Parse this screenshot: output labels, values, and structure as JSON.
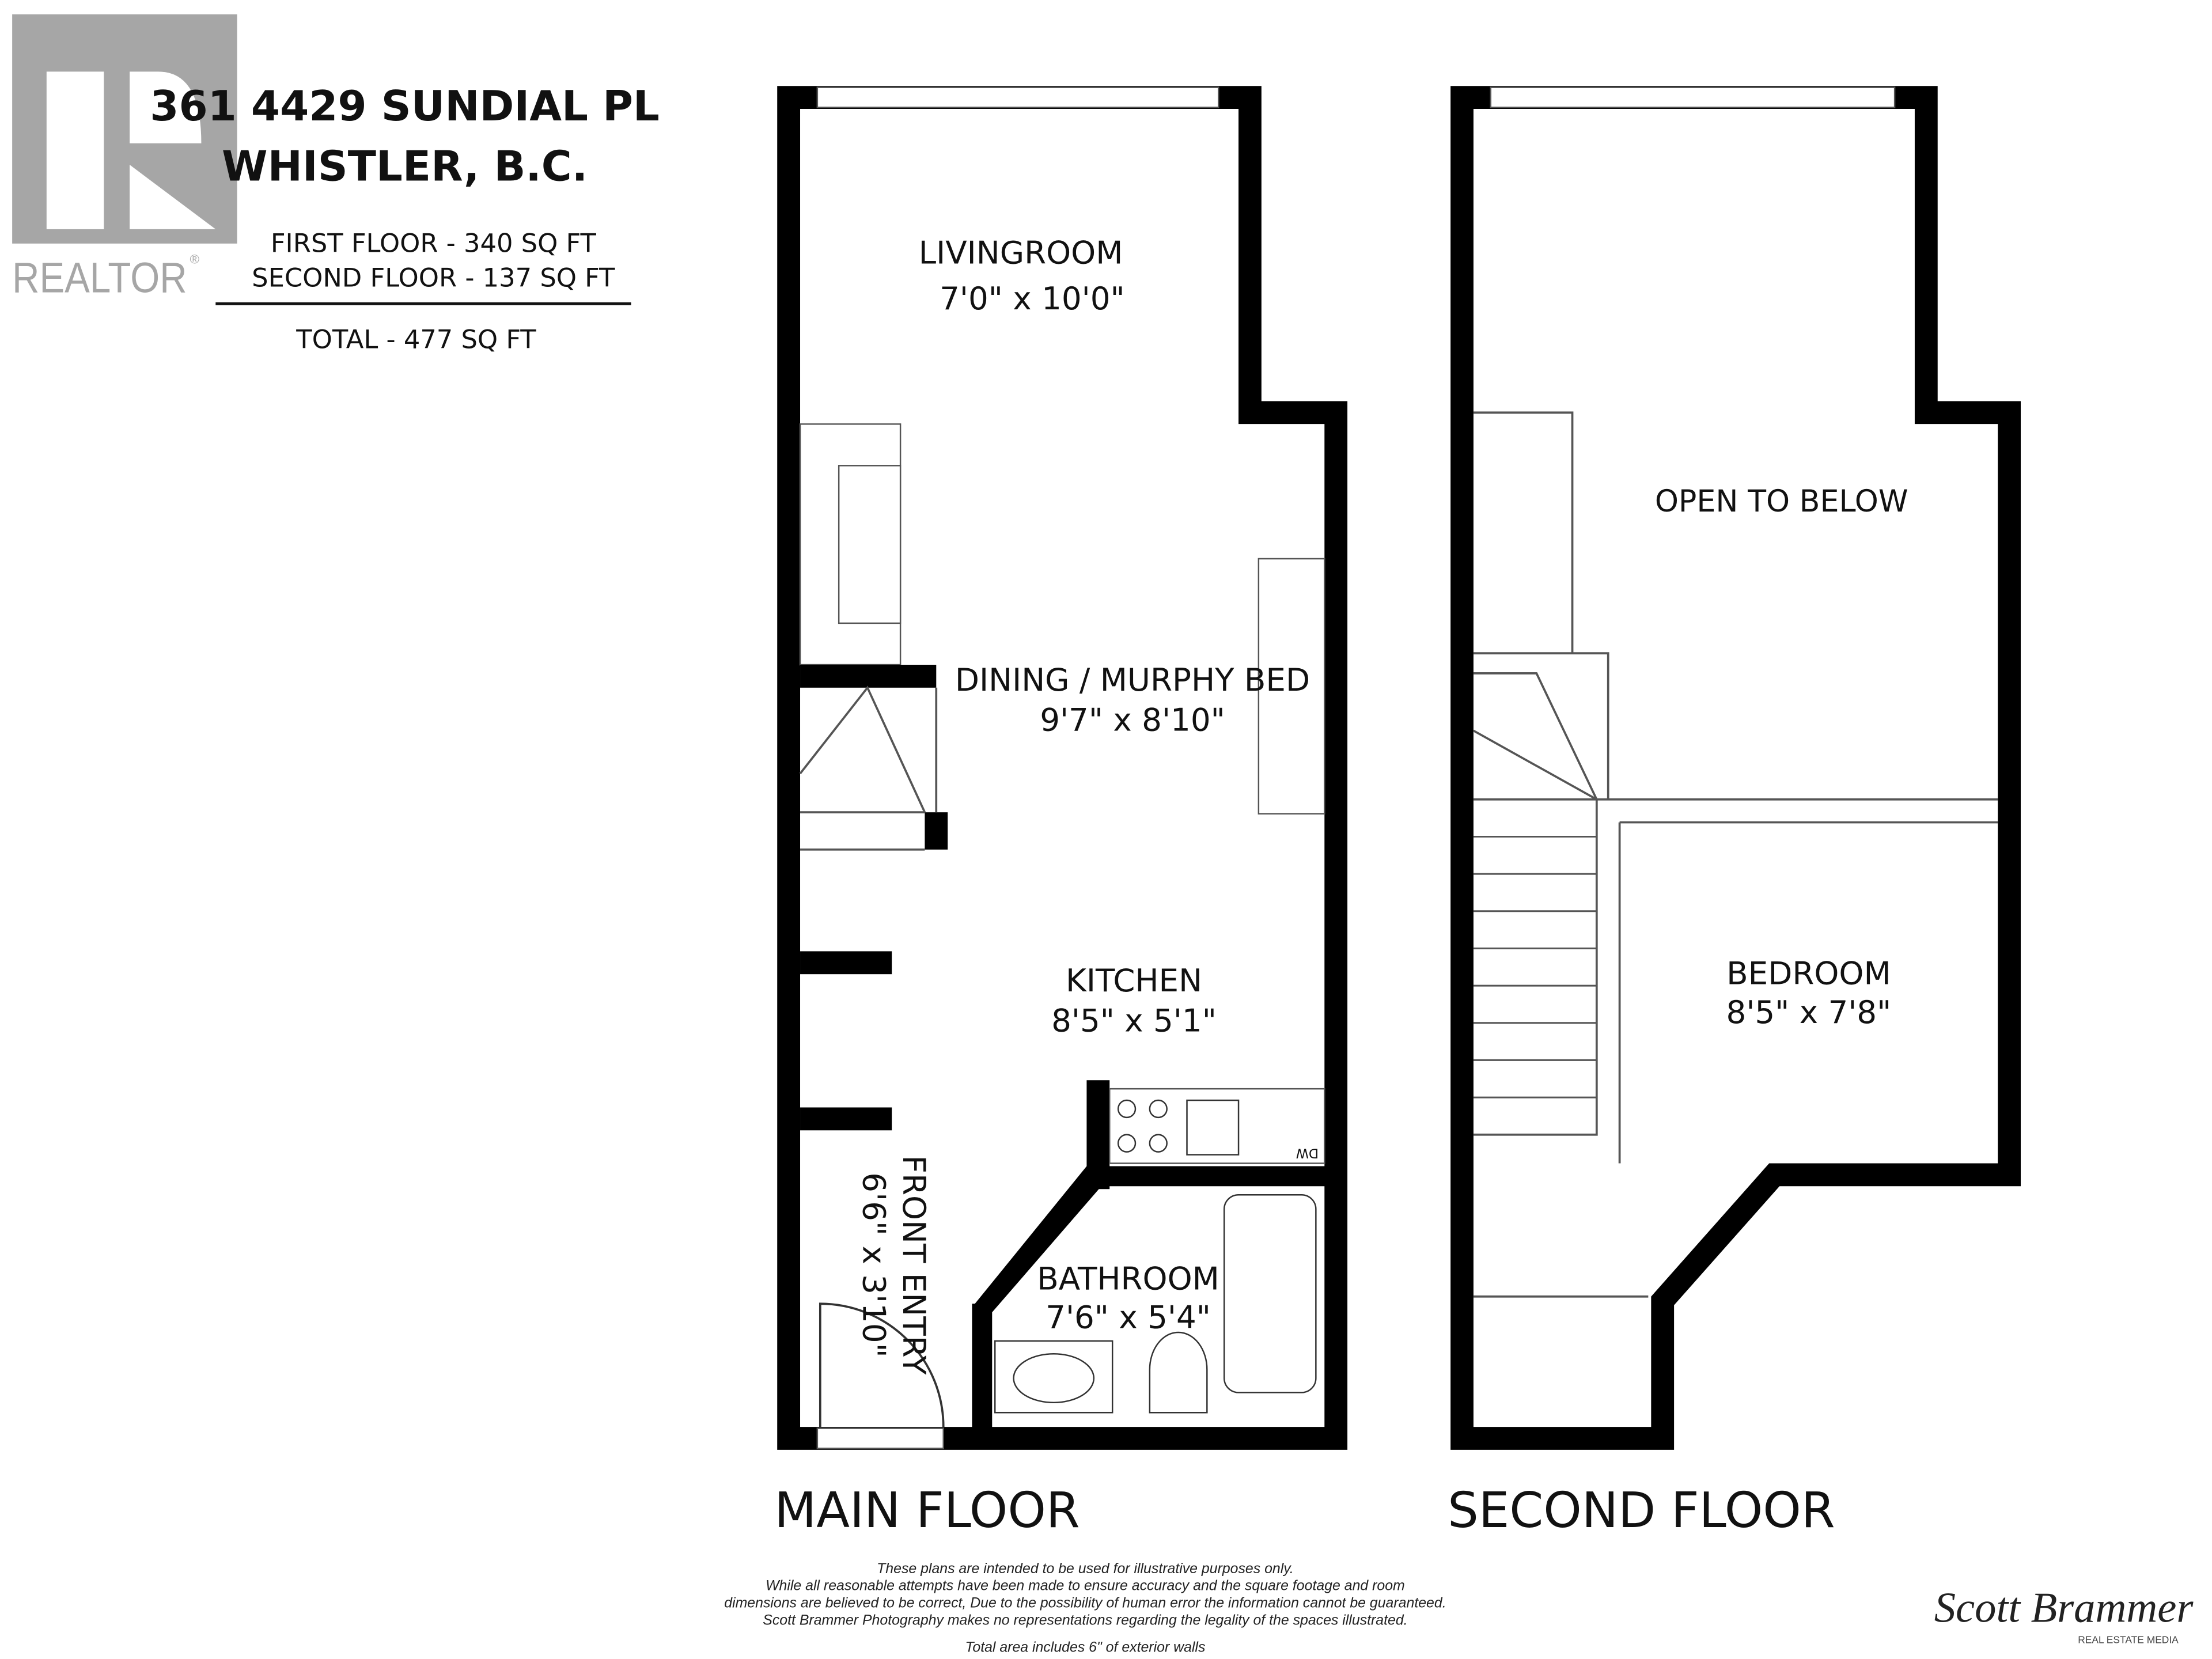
{
  "header": {
    "address_line1": "361 4429 SUNDIAL PL",
    "address_line2": "WHISTLER, B.C.",
    "first_floor": "FIRST FLOOR - 340 SQ FT",
    "second_floor": "SECOND FLOOR - 137 SQ FT",
    "total": "TOTAL  -  477 SQ FT"
  },
  "logo": {
    "text": "REALTOR",
    "mark": "®",
    "color": "#a6a6a6"
  },
  "main_floor": {
    "title": "MAIN FLOOR",
    "rooms": [
      {
        "name": "LIVINGROOM",
        "size": "7'0\" x 10'0\""
      },
      {
        "name": "DINING / MURPHY BED",
        "size": "9'7\" x 8'10\""
      },
      {
        "name": "KITCHEN",
        "size": "8'5\" x 5'1\""
      },
      {
        "name": "FRONT ENTRY",
        "size": "6'6\" x 3'10\""
      },
      {
        "name": "BATHROOM",
        "size": "7'6\" x 5'4\""
      }
    ],
    "appliance_label": "DW"
  },
  "second_floor": {
    "title": "SECOND FLOOR",
    "rooms": [
      {
        "name": "OPEN TO BELOW",
        "size": ""
      },
      {
        "name": "BEDROOM",
        "size": "8'5\" x 7'8\""
      }
    ]
  },
  "disclaimer": [
    "These plans are intended to be used for illustrative purposes only.",
    "While all reasonable attempts have been made to ensure accuracy and the square footage and room",
    "dimensions are believed to be correct, Due to the possibility of human error the information cannot be guaranteed.",
    "Scott Brammer Photography makes no representations regarding the legality of the spaces illustrated."
  ],
  "area_note": "Total area includes 6\" of exterior walls",
  "signature": {
    "name": "Scott Brammer",
    "tagline": "REAL ESTATE MEDIA"
  }
}
